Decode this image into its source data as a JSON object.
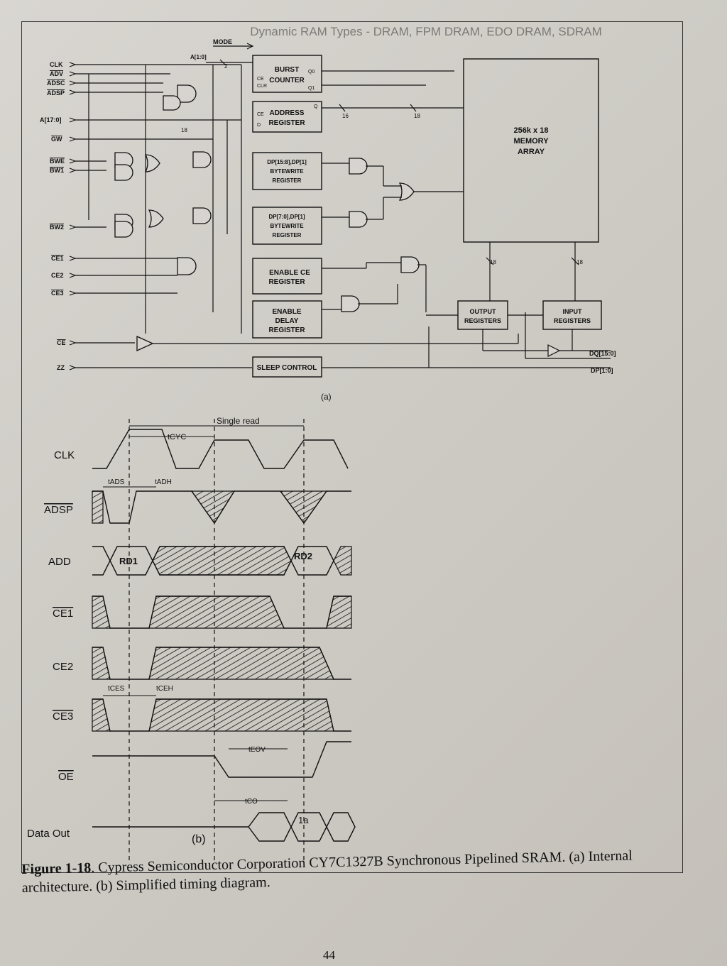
{
  "header": {
    "faded_title": "Dynamic RAM Types - DRAM, FPM DRAM, EDO DRAM, SDRAM"
  },
  "diagram_a": {
    "panel_label": "(a)",
    "inputs": [
      "CLK",
      "ADV",
      "ADSC",
      "ADSP",
      "A[17:0]",
      "GW",
      "BWE",
      "BW1",
      "BW2",
      "CE1",
      "CE2",
      "CE3",
      "CE",
      "ZZ"
    ],
    "mode_label": "MODE",
    "addr_bus_label": "A[1:0]",
    "bus_widths": {
      "two": "2",
      "eighteen_a": "18",
      "sixteen": "16",
      "eighteen_b": "18",
      "eighteen_c": "18",
      "eighteen_d": "18"
    },
    "blocks": {
      "burst_counter": [
        "BURST",
        "COUNTER"
      ],
      "burst_pins": [
        "CE",
        "CLR",
        "Q0",
        "Q1"
      ],
      "address_register": [
        "ADDRESS",
        "REGISTER"
      ],
      "address_pins": [
        "CE",
        "D",
        "Q"
      ],
      "byte_high": [
        "DP[15:8],DP[1]",
        "BYTEWRITE",
        "REGISTER"
      ],
      "byte_low": [
        "DP[7:0],DP[1]",
        "BYTEWRITE",
        "REGISTER"
      ],
      "enable_ce": [
        "ENABLE CE",
        "REGISTER"
      ],
      "enable_delay": [
        "ENABLE",
        "DELAY",
        "REGISTER"
      ],
      "sleep": "SLEEP CONTROL",
      "memory": [
        "256k x 18",
        "MEMORY",
        "ARRAY"
      ],
      "output_regs": [
        "OUTPUT",
        "REGISTERS"
      ],
      "input_regs": [
        "INPUT",
        "REGISTERS"
      ]
    },
    "outputs": [
      "DQ[15:0]",
      "DP[1:0]"
    ]
  },
  "diagram_b": {
    "panel_label": "(b)",
    "signals": [
      "CLK",
      "ADSP",
      "ADD",
      "CE1",
      "CE2",
      "CE3",
      "OE",
      "Data Out"
    ],
    "annotations": {
      "tcyc": "tCYC",
      "single_read": "Single read",
      "tads": "tADS",
      "tadh": "tADH",
      "rd1": "RD1",
      "rd2": "RD2",
      "tces": "tCES",
      "tceh": "tCEH",
      "teov": "tEOV",
      "tco": "tCO",
      "data": "1a"
    }
  },
  "caption": {
    "figure_number": "Figure 1-18",
    "text": ". Cypress Semiconductor Corporation CY7C1327B Synchronous Pipelined SRAM. (a) Internal architecture. (b) Simplified timing diagram."
  },
  "page_number": "44"
}
